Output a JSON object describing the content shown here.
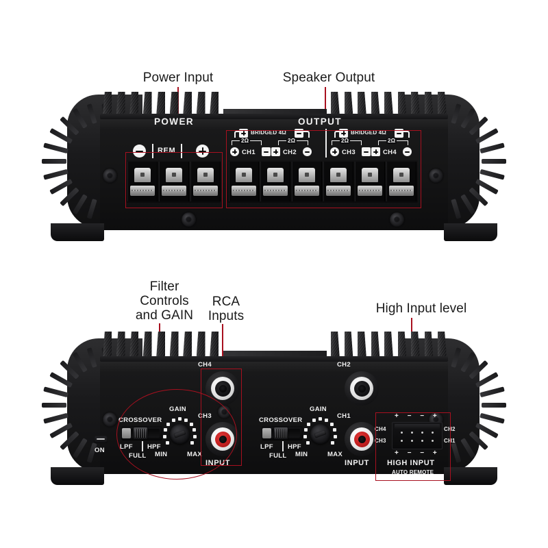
{
  "page": {
    "title": "Car Amplifier — Annotated Front and Rear Panel Views",
    "background": "#ffffff",
    "annotation_color": "#a8101f",
    "silkscreen_color": "#f2f2f2"
  },
  "annotations": {
    "power_input": "Power Input",
    "speaker_output": "Speaker Output",
    "filter_controls": "Filter\nControls\nand GAIN",
    "rca_inputs": "RCA\nInputs",
    "high_input_level": "High Input level"
  },
  "top_panel": {
    "section_power": "POWER",
    "section_output": "OUTPUT",
    "power_terminals": [
      {
        "label": "",
        "symbol": "minus"
      },
      {
        "label": "REM",
        "symbol": "text"
      },
      {
        "label": "",
        "symbol": "plus"
      }
    ],
    "output_groups": [
      {
        "bridged_label": "BRIDGED 4Ω",
        "channels": [
          {
            "name": "CH1",
            "impedance": "2Ω",
            "left_symbol": "plus",
            "right_symbol": "minus"
          },
          {
            "name": "CH2",
            "impedance": "2Ω",
            "left_symbol": "plus",
            "right_symbol": "minus"
          }
        ]
      },
      {
        "bridged_label": "BRIDGED 4Ω",
        "channels": [
          {
            "name": "CH3",
            "impedance": "2Ω",
            "left_symbol": "plus",
            "right_symbol": "minus"
          },
          {
            "name": "CH4",
            "impedance": "2Ω",
            "left_symbol": "plus",
            "right_symbol": "minus"
          }
        ]
      }
    ]
  },
  "bottom_panel": {
    "power_indicator": "ON",
    "crossover_left": {
      "title": "CROSSOVER",
      "positions": [
        "LPF",
        "FULL",
        "HPF"
      ],
      "selected": "FULL"
    },
    "gain_left": {
      "title": "GAIN",
      "min_label": "MIN",
      "max_label": "MAX",
      "tick_count": 11
    },
    "crossover_right": {
      "title": "CROSSOVER",
      "positions": [
        "LPF",
        "FULL",
        "HPF"
      ],
      "selected": "FULL"
    },
    "gain_right": {
      "title": "GAIN",
      "min_label": "MIN",
      "max_label": "MAX",
      "tick_count": 11
    },
    "rca_left": {
      "input_label": "INPUT",
      "top": {
        "channel": "CH4",
        "color": "white"
      },
      "bottom": {
        "channel": "CH3",
        "color": "red"
      }
    },
    "rca_right": {
      "input_label": "INPUT",
      "top": {
        "channel": "CH2",
        "color": "white"
      },
      "bottom": {
        "channel": "CH1",
        "color": "red"
      }
    },
    "high_input": {
      "title": "HIGH INPUT",
      "subtitle": "AUTO REMOTE",
      "top_polarity": "+  −  −  +",
      "bottom_polarity": "+  −  −  +",
      "left_channels": [
        "CH4",
        "CH3"
      ],
      "right_channels": [
        "CH2",
        "CH1"
      ]
    }
  }
}
